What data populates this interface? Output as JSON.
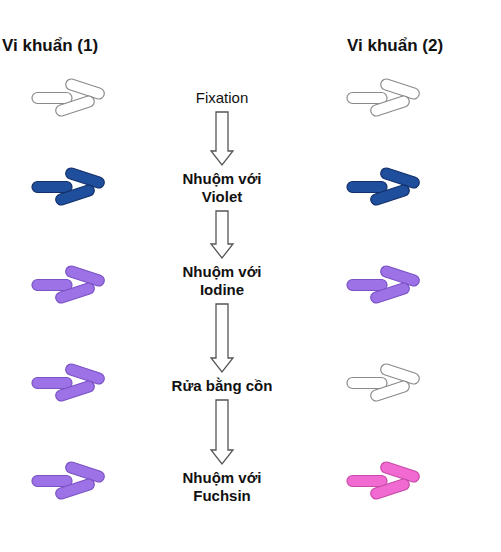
{
  "diagram": {
    "nodes": [
      {
        "text": [
          "Fixation"
        ]
      },
      {
        "text": [
          "Nhuộm với Violet"
        ]
      },
      {
        "text": [
          "Nhuộm với Iodine"
        ]
      },
      {
        "text": [
          "Rửa bằng cồn"
        ]
      },
      {
        "text": [
          "Nhuộm với Fuchsin"
        ]
      }
    ],
    "edges": [
      {
        "from": 0,
        "to": 1,
        "arrow": "to"
      },
      {
        "from": 1,
        "to": 2,
        "arrow": "to"
      },
      {
        "from": 2,
        "to": 3,
        "arrow": "to"
      },
      {
        "from": 3,
        "to": 4,
        "arrow": "to"
      }
    ],
    "labels": [
      "Vi khuẩn (1)",
      "Vi khuẩn (2)"
    ]
  }
}
